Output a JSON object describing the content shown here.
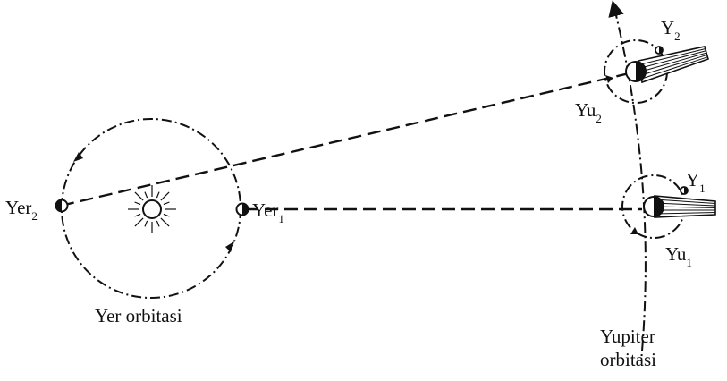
{
  "diagram": {
    "labels": {
      "earth_1": {
        "text": "Yer",
        "sub": "1"
      },
      "earth_2": {
        "text": "Yer",
        "sub": "2"
      },
      "jupiter_1": {
        "text": "Yu",
        "sub": "1"
      },
      "jupiter_2": {
        "text": "Yu",
        "sub": "2"
      },
      "moon_1": {
        "text": "Y",
        "sub": "1"
      },
      "moon_2": {
        "text": "Y",
        "sub": "2"
      }
    },
    "captions": {
      "earth_orbit": "Yer orbitasi",
      "jupiter_orbit_line1": "Yupiter",
      "jupiter_orbit_line2": "orbitasi"
    }
  }
}
